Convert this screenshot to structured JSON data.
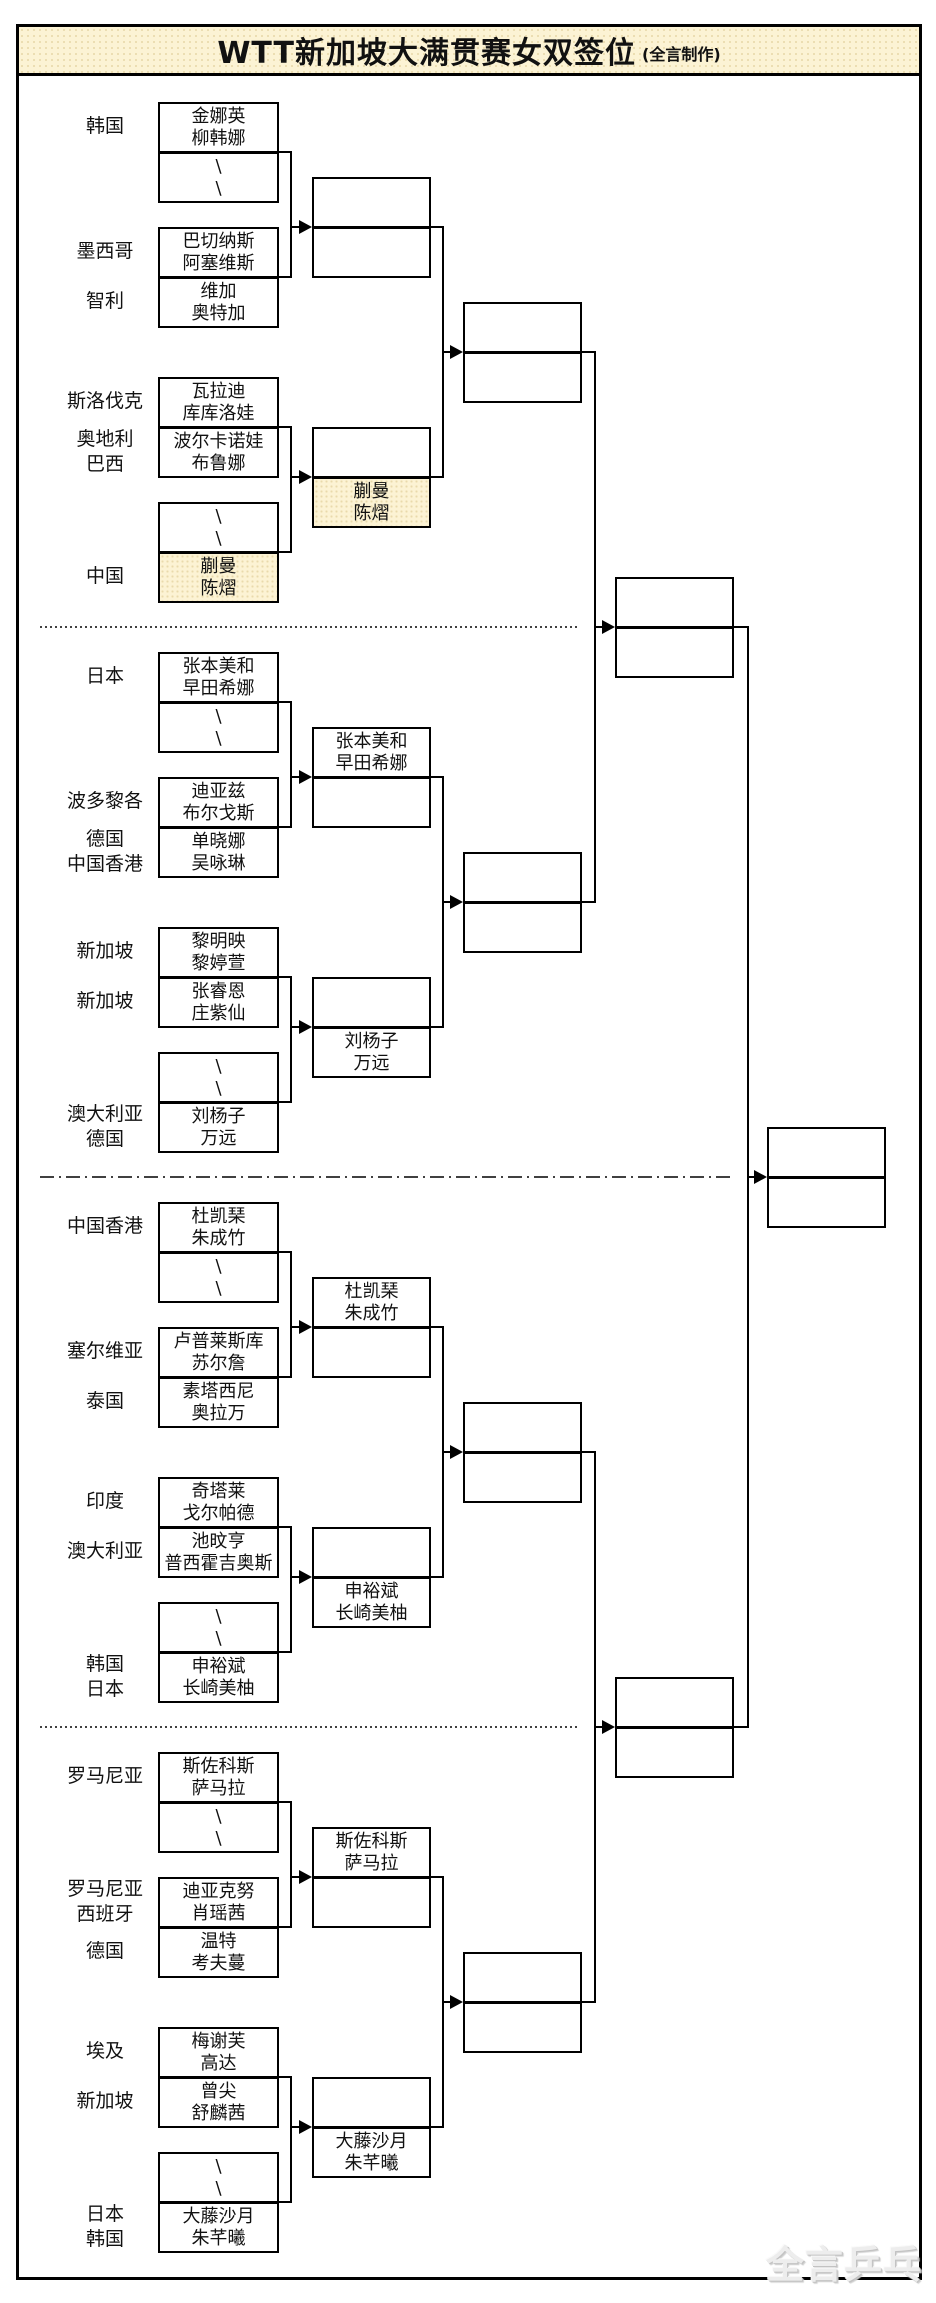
{
  "title": {
    "main": "WTT新加坡大满贯赛女双签位",
    "credit": "(全言制作)"
  },
  "watermark": "全言乒乓",
  "colors": {
    "highlight_fill": "#fcf3d4",
    "line": "#000000",
    "background": "#ffffff"
  },
  "countries": [
    {
      "lines": [
        "韩国"
      ]
    },
    {
      "lines": [
        "墨西哥"
      ]
    },
    {
      "lines": [
        "智利"
      ]
    },
    {
      "lines": [
        "斯洛伐克"
      ]
    },
    {
      "lines": [
        "奥地利",
        "巴西"
      ]
    },
    {
      "lines": [
        "中国"
      ]
    },
    {
      "lines": [
        "日本"
      ]
    },
    {
      "lines": [
        "波多黎各"
      ]
    },
    {
      "lines": [
        "德国",
        "中国香港"
      ]
    },
    {
      "lines": [
        "新加坡"
      ]
    },
    {
      "lines": [
        "新加坡"
      ]
    },
    {
      "lines": [
        "澳大利亚",
        "德国"
      ]
    },
    {
      "lines": [
        "中国香港"
      ]
    },
    {
      "lines": [
        "塞尔维亚"
      ]
    },
    {
      "lines": [
        "泰国"
      ]
    },
    {
      "lines": [
        "印度"
      ]
    },
    {
      "lines": [
        "澳大利亚"
      ]
    },
    {
      "lines": [
        "韩国",
        "日本"
      ]
    },
    {
      "lines": [
        "罗马尼亚"
      ]
    },
    {
      "lines": [
        "罗马尼亚",
        "西班牙"
      ]
    },
    {
      "lines": [
        "德国"
      ]
    },
    {
      "lines": [
        "埃及"
      ]
    },
    {
      "lines": [
        "新加坡"
      ]
    },
    {
      "lines": [
        "日本",
        "韩国"
      ]
    }
  ],
  "round1": [
    {
      "p1": "金娜英",
      "p2": "柳韩娜"
    },
    {
      "p1": "\\",
      "p2": "\\",
      "bye": true
    },
    {
      "p1": "巴切纳斯",
      "p2": "阿塞维斯"
    },
    {
      "p1": "维加",
      "p2": "奥特加"
    },
    {
      "p1": "瓦拉迪",
      "p2": "库库洛娃"
    },
    {
      "p1": "波尔卡诺娃",
      "p2": "布鲁娜"
    },
    {
      "p1": "\\",
      "p2": "\\",
      "bye": true
    },
    {
      "p1": "蒯曼",
      "p2": "陈熠",
      "highlight": true
    },
    {
      "p1": "张本美和",
      "p2": "早田希娜"
    },
    {
      "p1": "\\",
      "p2": "\\",
      "bye": true
    },
    {
      "p1": "迪亚兹",
      "p2": "布尔戈斯"
    },
    {
      "p1": "单晓娜",
      "p2": "吴咏琳"
    },
    {
      "p1": "黎明映",
      "p2": "黎婷萱"
    },
    {
      "p1": "张睿恩",
      "p2": "庄紫仙"
    },
    {
      "p1": "\\",
      "p2": "\\",
      "bye": true
    },
    {
      "p1": "刘杨子",
      "p2": "万远"
    },
    {
      "p1": "杜凯琹",
      "p2": "朱成竹"
    },
    {
      "p1": "\\",
      "p2": "\\",
      "bye": true
    },
    {
      "p1": "卢普莱斯库",
      "p2": "苏尔詹"
    },
    {
      "p1": "素塔西尼",
      "p2": "奥拉万"
    },
    {
      "p1": "奇塔莱",
      "p2": "戈尔帕德"
    },
    {
      "p1": "池旼亨",
      "p2": "普西霍吉奥斯"
    },
    {
      "p1": "\\",
      "p2": "\\",
      "bye": true
    },
    {
      "p1": "申裕斌",
      "p2": "长崎美柚"
    },
    {
      "p1": "斯佐科斯",
      "p2": "萨马拉"
    },
    {
      "p1": "\\",
      "p2": "\\",
      "bye": true
    },
    {
      "p1": "迪亚克努",
      "p2": "肖瑶茜"
    },
    {
      "p1": "温特",
      "p2": "考夫蔓"
    },
    {
      "p1": "梅谢芙",
      "p2": "高达"
    },
    {
      "p1": "曾尖",
      "p2": "舒麟茜"
    },
    {
      "p1": "\\",
      "p2": "\\",
      "bye": true
    },
    {
      "p1": "大藤沙月",
      "p2": "朱芊曦"
    }
  ],
  "round2": [
    {
      "p1": "",
      "p2": ""
    },
    {
      "p1": "",
      "p2": ""
    },
    {
      "p1": "",
      "p2": ""
    },
    {
      "p1": "蒯曼",
      "p2": "陈熠",
      "highlight": true
    },
    {
      "p1": "张本美和",
      "p2": "早田希娜"
    },
    {
      "p1": "",
      "p2": ""
    },
    {
      "p1": "",
      "p2": ""
    },
    {
      "p1": "刘杨子",
      "p2": "万远"
    },
    {
      "p1": "杜凯琹",
      "p2": "朱成竹"
    },
    {
      "p1": "",
      "p2": ""
    },
    {
      "p1": "",
      "p2": ""
    },
    {
      "p1": "申裕斌",
      "p2": "长崎美柚"
    },
    {
      "p1": "斯佐科斯",
      "p2": "萨马拉"
    },
    {
      "p1": "",
      "p2": ""
    },
    {
      "p1": "",
      "p2": ""
    },
    {
      "p1": "大藤沙月",
      "p2": "朱芊曦"
    }
  ]
}
